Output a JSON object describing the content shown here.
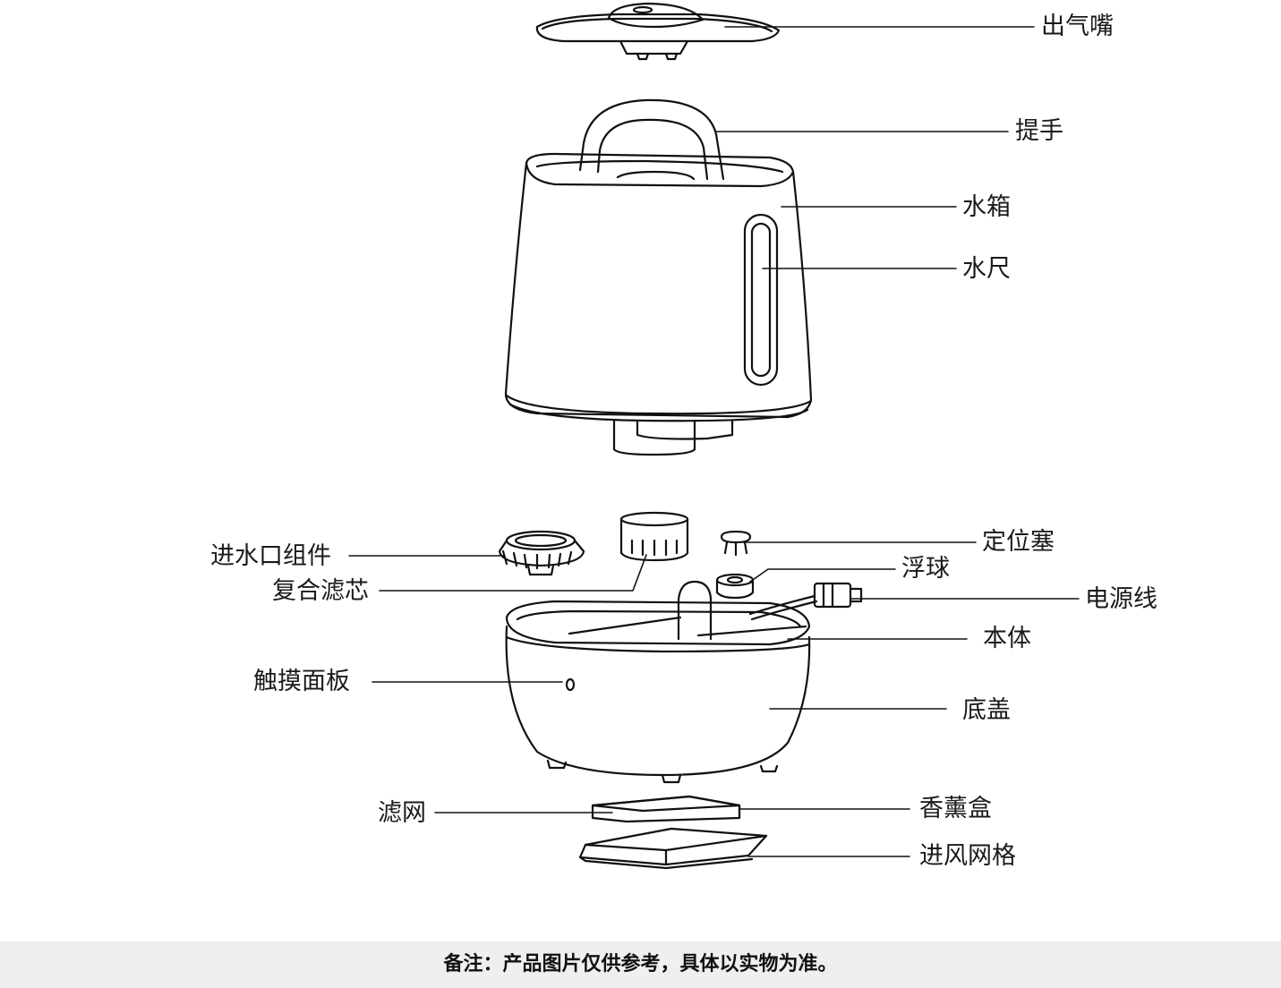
{
  "labels": {
    "steam_outlet": "出气嘴",
    "handle": "提手",
    "water_tank": "水箱",
    "water_gauge": "水尺",
    "inlet_assembly": "进水口组件",
    "composite_filter": "复合滤芯",
    "locating_plug": "定位塞",
    "float_ball": "浮球",
    "power_cord": "电源线",
    "main_body": "本体",
    "touch_panel": "触摸面板",
    "bottom_cover": "底盖",
    "filter_mesh": "滤网",
    "aroma_box": "香薰盒",
    "air_inlet_grille": "进风网格"
  },
  "footer": {
    "note": "备注：产品图片仅供参考，具体以实物为准。"
  }
}
